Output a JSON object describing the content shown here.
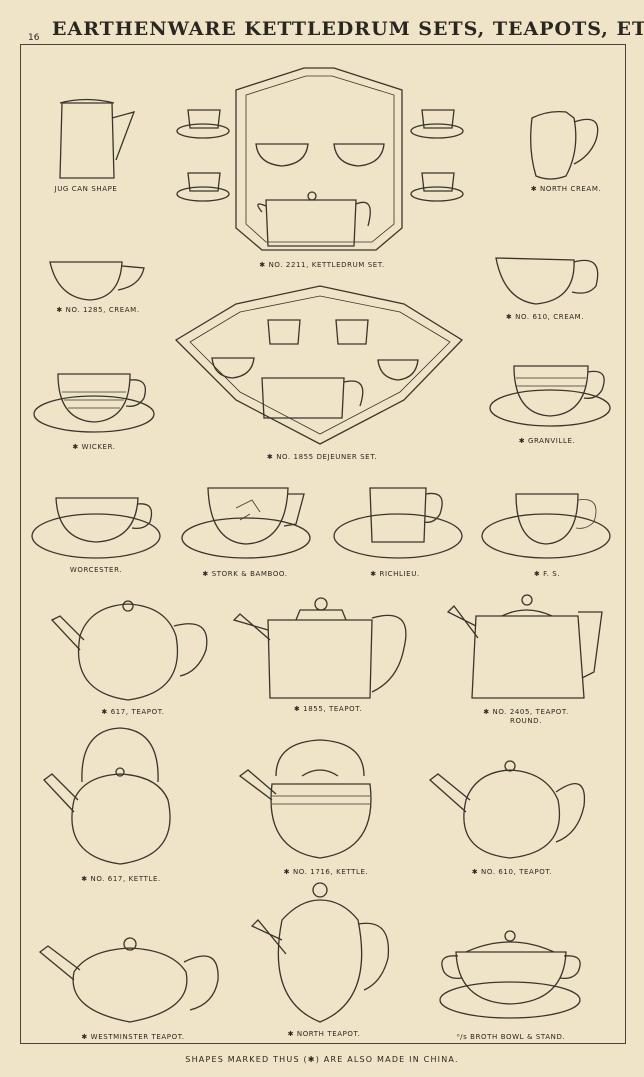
{
  "header": {
    "page_number": "16",
    "title": "EARTHENWARE KETTLEDRUM SETS, TEAPOTS, ETC."
  },
  "captions": {
    "jug": "JUG CAN SHAPE",
    "north_cream": "✱ NORTH CREAM.",
    "kettledrum_set": "✱ NO. 2211, KETTLEDRUM SET.",
    "cream_1285": "✱ NO. 1285, CREAM.",
    "cream_610": "✱ NO. 610, CREAM.",
    "wicker": "✱ WICKER.",
    "granville": "✱ GRANVILLE.",
    "dejeuner_set": "✱ NO. 1855 DEJEUNER SET.",
    "worcester": "WORCESTER.",
    "stork_bamboo": "✱ STORK & BAMBOO.",
    "richlieu": "✱ RICHLIEU.",
    "fs": "✱ F. S.",
    "teapot_617": "✱ 617, TEAPOT.",
    "teapot_1855": "✱ 1855, TEAPOT.",
    "teapot_2405": "✱ NO. 2405, TEAPOT.",
    "teapot_2405_sub": "ROUND.",
    "kettle_617": "✱ NO. 617, KETTLE.",
    "kettle_1716": "✱ NO. 1716, KETTLE.",
    "teapot_610": "✱ NO. 610, TEAPOT.",
    "westminster": "✱ WESTMINSTER TEAPOT.",
    "north_teapot": "✱ NORTH TEAPOT.",
    "broth_bowl": "⁰/s BROTH BOWL & STAND."
  },
  "footer": {
    "note": "SHAPES MARKED THUS (✱) ARE ALSO MADE IN CHINA."
  }
}
